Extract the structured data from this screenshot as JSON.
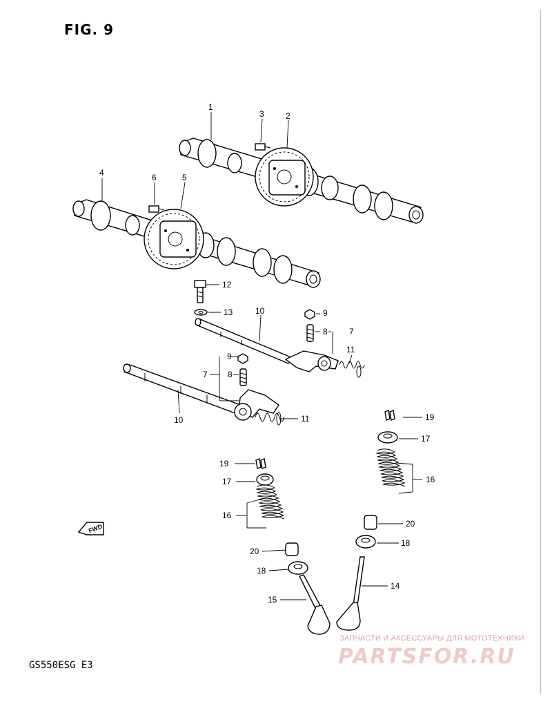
{
  "figure": {
    "title": "FIG. 9",
    "model_code": "GS550ESG  E3",
    "fwd_label": "FWD"
  },
  "callouts": [
    {
      "id": "c1",
      "label": "1"
    },
    {
      "id": "c3",
      "label": "3"
    },
    {
      "id": "c2",
      "label": "2"
    },
    {
      "id": "c4",
      "label": "4"
    },
    {
      "id": "c6",
      "label": "6"
    },
    {
      "id": "c5",
      "label": "5"
    },
    {
      "id": "c12",
      "label": "12"
    },
    {
      "id": "c13",
      "label": "13"
    },
    {
      "id": "c10a",
      "label": "10"
    },
    {
      "id": "c9a",
      "label": "9"
    },
    {
      "id": "c8a",
      "label": "8"
    },
    {
      "id": "c7a",
      "label": "7"
    },
    {
      "id": "c11a",
      "label": "11"
    },
    {
      "id": "c9b",
      "label": "9"
    },
    {
      "id": "c7b",
      "label": "7"
    },
    {
      "id": "c8b",
      "label": "8"
    },
    {
      "id": "c10b",
      "label": "10"
    },
    {
      "id": "c11b",
      "label": "11"
    },
    {
      "id": "c19a",
      "label": "19"
    },
    {
      "id": "c17a",
      "label": "17"
    },
    {
      "id": "c16a",
      "label": "16"
    },
    {
      "id": "c20a",
      "label": "20"
    },
    {
      "id": "c18a",
      "label": "18"
    },
    {
      "id": "c14",
      "label": "14"
    },
    {
      "id": "c19b",
      "label": "19"
    },
    {
      "id": "c17b",
      "label": "17"
    },
    {
      "id": "c16b",
      "label": "16"
    },
    {
      "id": "c20b",
      "label": "20"
    },
    {
      "id": "c18b",
      "label": "18"
    },
    {
      "id": "c15",
      "label": "15"
    }
  ],
  "watermark": {
    "tagline": "ЗАПЧАСТИ И АКСЕССУАРЫ ДЛЯ МОТОТЕХНИКИ",
    "logo": "PARTSFOR.RU"
  }
}
